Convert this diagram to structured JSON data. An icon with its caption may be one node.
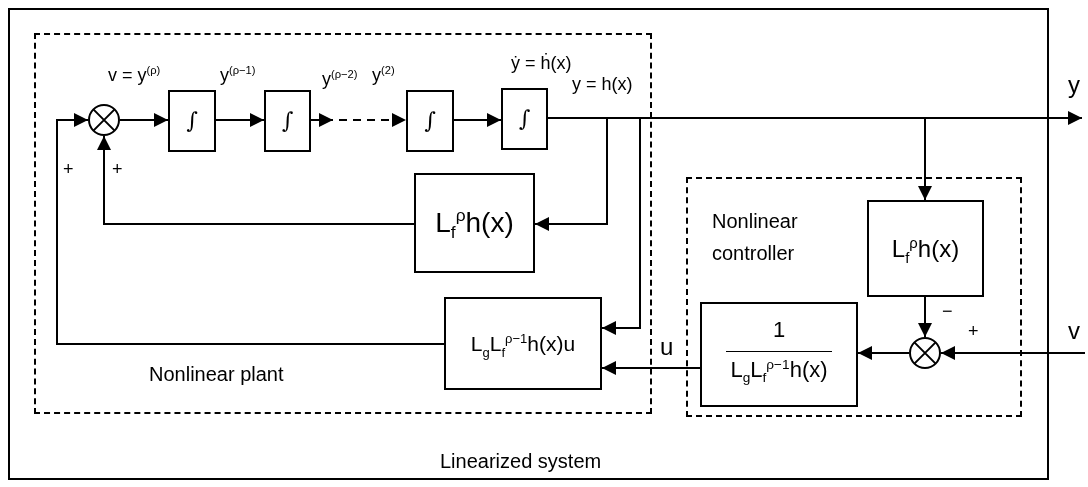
{
  "diagram": {
    "nodes": [
      {
        "text": [
          "Linearized system"
        ]
      },
      {
        "text": [
          "Nonlinear plant"
        ],
        "in": 0
      },
      {
        "text": [],
        "shape": "circle",
        "in": 1
      },
      {
        "text": [
          "∫"
        ],
        "in": 1
      },
      {
        "text": [
          "∫"
        ],
        "in": 1
      },
      {
        "text": [
          "∫"
        ],
        "in": 1
      },
      {
        "text": [
          "∫"
        ],
        "in": 1,
        "beside": [
          "ẏ = ḣ(x)"
        ]
      },
      {
        "text": [
          "L$_{f}$$^{ρ}$h(x)"
        ],
        "in": 1
      },
      {
        "text": [
          "L$_{g}$L$_{f}$$^{ρ−1}$h(x)u"
        ],
        "in": 1
      },
      {
        "text": [
          "Nonlinear controller"
        ],
        "in": 0
      },
      {
        "text": [
          "L$_{f}$$^{ρ}$h(x)"
        ],
        "in": 9
      },
      {
        "text": [
          "1",
          "L$_{g}$L$_{f}$$^{ρ−1}$h(x)"
        ],
        "in": 9
      },
      {
        "text": [],
        "shape": "circle",
        "in": 9
      }
    ],
    "edges": [
      {
        "from": 2,
        "to": 3,
        "arrow": "to",
        "label": "v = y$^{(ρ)}$"
      },
      {
        "from": 3,
        "to": 4,
        "arrow": "to",
        "label": "y$^{(ρ−1)}$"
      },
      {
        "from": 4,
        "to": 5,
        "arrow": "to",
        "style": "dashed",
        "label": "y$^{(ρ−2)}$"
      },
      {
        "from": 5,
        "to": 6,
        "arrow": "to"
      },
      {
        "from": 6,
        "to": null,
        "arrow": "to",
        "label": "y = h(x)"
      },
      {
        "from": 6,
        "to": 7,
        "arrow": "to"
      },
      {
        "from": 6,
        "to": 8,
        "arrow": "to"
      },
      {
        "from": 6,
        "to": 10,
        "arrow": "to"
      },
      {
        "from": 7,
        "to": 2,
        "arrow": "to"
      },
      {
        "from": 8,
        "to": 2,
        "arrow": "to"
      },
      {
        "from": 11,
        "to": 8,
        "arrow": "to",
        "label": "u"
      },
      {
        "from": 10,
        "to": 12,
        "arrow": "to"
      },
      {
        "from": null,
        "to": 12,
        "arrow": "to"
      },
      {
        "from": 12,
        "to": 11,
        "arrow": "to"
      }
    ],
    "labels": [
      "y$^{(2)}$",
      "y",
      "+",
      "+",
      "−",
      "+",
      "v"
    ]
  }
}
